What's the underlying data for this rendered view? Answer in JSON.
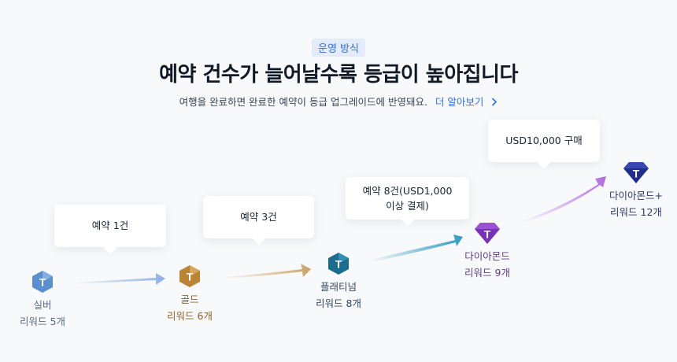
{
  "header": {
    "eyebrow": "운영 방식",
    "title": "예약 건수가 늘어날수록 등급이 높아집니다",
    "subtitle": "여행을 완료하면 완료한 예약이 등급 업그레이드에 반영돼요.",
    "more_link": "더 알아보기",
    "more_icon": "chevron-right-icon"
  },
  "tiers": [
    {
      "name": "실버",
      "reward": "리워드 5개",
      "badge_letter": "T",
      "badge_shape": "hexagon",
      "color": "#4f82c6",
      "text_color": "#5a6b84",
      "requirement": ""
    },
    {
      "name": "골드",
      "reward": "리워드 6개",
      "badge_letter": "T",
      "badge_shape": "hexagon",
      "color": "#b98433",
      "text_color": "#8a6328",
      "requirement": "예약 1건"
    },
    {
      "name": "플래티넘",
      "reward": "리워드 8개",
      "badge_letter": "T",
      "badge_shape": "hexagon",
      "color": "#1d6e8f",
      "text_color": "#33475b",
      "requirement": "예약 3건"
    },
    {
      "name": "다이아몬드",
      "reward": "리워드 9개",
      "badge_letter": "T",
      "badge_shape": "diamond",
      "color": "#7a2fb8",
      "text_color": "#5a3b8c",
      "requirement": "예약 8건(USD1,000 이상 결제)"
    },
    {
      "name": "다이아몬드+",
      "reward": "리워드 12개",
      "badge_letter": "T",
      "badge_shape": "diamond",
      "color": "#1f2e8c",
      "text_color": "#2c3768",
      "requirement": "USD10,000 구매"
    }
  ]
}
